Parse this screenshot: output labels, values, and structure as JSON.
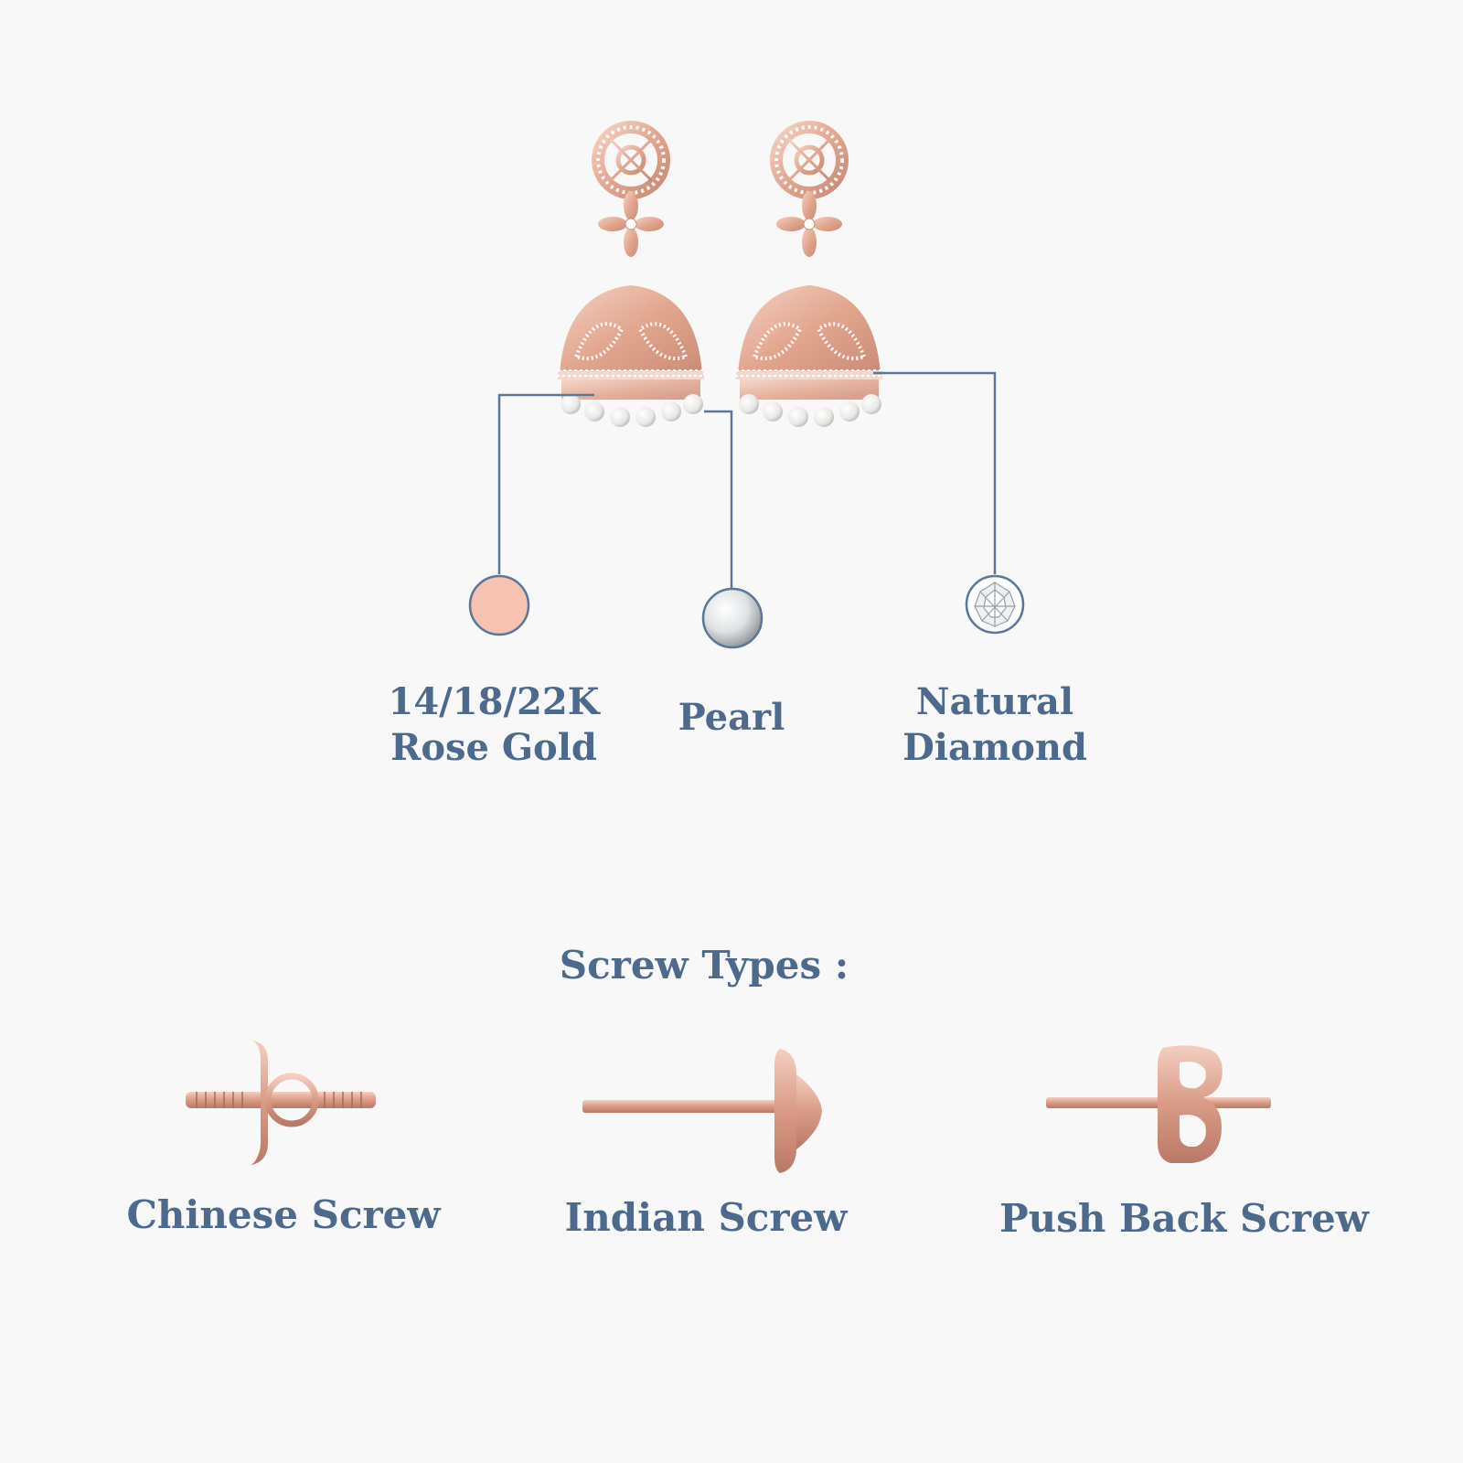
{
  "product": {
    "image_description_icon": "jhumka-earrings-icon"
  },
  "materials": [
    {
      "id": "gold",
      "line1": "14/18/22K",
      "line2": "Rose Gold",
      "icon": "rose-gold-swatch-icon",
      "color": "#f6c3b3"
    },
    {
      "id": "pearl",
      "line1": "Pearl",
      "line2": "",
      "icon": "pearl-icon",
      "color": "#e9ecef"
    },
    {
      "id": "diamond",
      "line1": "Natural",
      "line2": "Diamond",
      "icon": "diamond-icon",
      "color": "#ffffff"
    }
  ],
  "screw_section": {
    "title": "Screw Types :",
    "items": [
      {
        "label": "Chinese Screw",
        "icon": "chinese-screw-icon"
      },
      {
        "label": "Indian Screw",
        "icon": "indian-screw-icon"
      },
      {
        "label": "Push Back Screw",
        "icon": "push-back-screw-icon"
      }
    ]
  },
  "colors": {
    "text": "#4d6a8d",
    "leader_line": "#5a7699",
    "rose_gold": "#e7b7a4",
    "background": "#f8f8f8"
  }
}
